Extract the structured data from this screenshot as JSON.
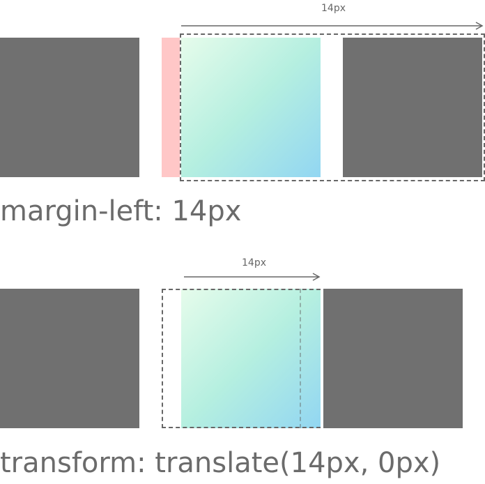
{
  "colors": {
    "box": "#707070",
    "margin_highlight": "#ffc7c7",
    "gradient_start": "#e6fceb",
    "gradient_mid": "#b5efe0",
    "gradient_end": "#92d6f2",
    "dash": "#666666",
    "text": "#6b6b6b"
  },
  "example_margin": {
    "offset_label": "14px",
    "caption": "margin-left: 14px"
  },
  "example_transform": {
    "offset_label": "14px",
    "caption": "transform: translate(14px, 0px)"
  }
}
